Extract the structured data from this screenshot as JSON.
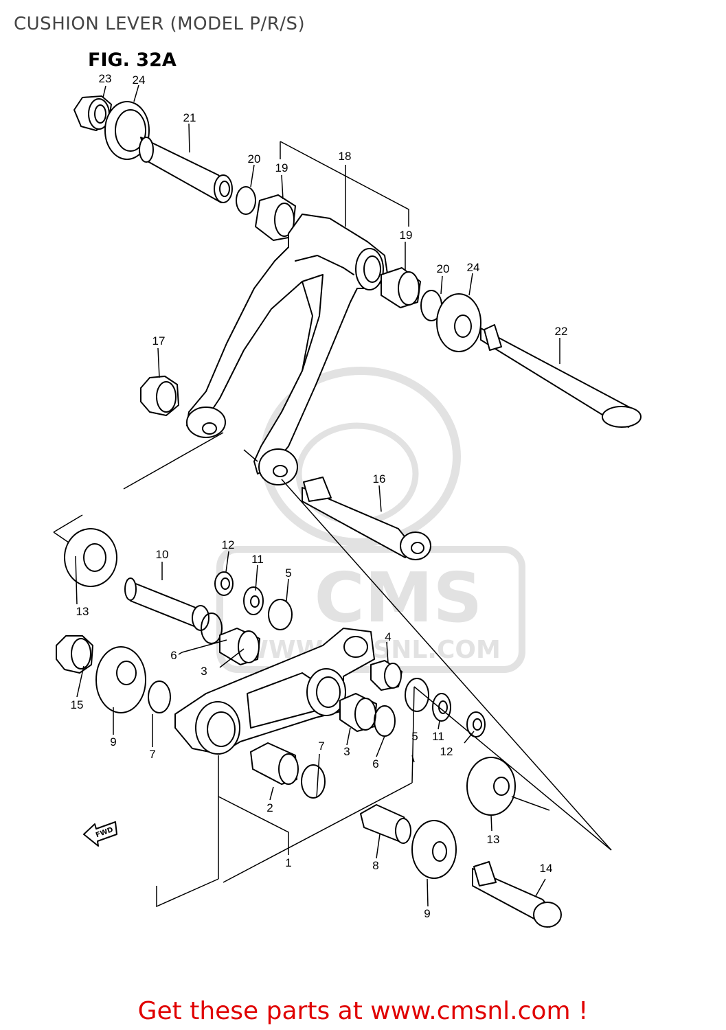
{
  "header": {
    "title": "CUSHION LEVER (MODEL P/R/S)"
  },
  "figure": {
    "label": "FIG. 32A"
  },
  "watermark": {
    "brand": "CMS",
    "url": "WWW.CMSNL.COM",
    "color": "#e2e2e2"
  },
  "direction_indicator": {
    "label": "FWD"
  },
  "parts": [
    {
      "id": "p23",
      "num": "23"
    },
    {
      "id": "p24a",
      "num": "24"
    },
    {
      "id": "p21",
      "num": "21"
    },
    {
      "id": "p20a",
      "num": "20"
    },
    {
      "id": "p19a",
      "num": "19"
    },
    {
      "id": "p18",
      "num": "18"
    },
    {
      "id": "p19b",
      "num": "19"
    },
    {
      "id": "p20b",
      "num": "20"
    },
    {
      "id": "p24b",
      "num": "24"
    },
    {
      "id": "p22",
      "num": "22"
    },
    {
      "id": "p17",
      "num": "17"
    },
    {
      "id": "p16",
      "num": "16"
    },
    {
      "id": "p12a",
      "num": "12"
    },
    {
      "id": "p11a",
      "num": "11"
    },
    {
      "id": "p10",
      "num": "10"
    },
    {
      "id": "p5a",
      "num": "5"
    },
    {
      "id": "p13a",
      "num": "13"
    },
    {
      "id": "p6a",
      "num": "6"
    },
    {
      "id": "p3a",
      "num": "3"
    },
    {
      "id": "p4",
      "num": "4"
    },
    {
      "id": "p15",
      "num": "15"
    },
    {
      "id": "p9a",
      "num": "9"
    },
    {
      "id": "p7a",
      "num": "7"
    },
    {
      "id": "p7b",
      "num": "7"
    },
    {
      "id": "p3b",
      "num": "3"
    },
    {
      "id": "p6b",
      "num": "6"
    },
    {
      "id": "p5b",
      "num": "5"
    },
    {
      "id": "p11b",
      "num": "11"
    },
    {
      "id": "p12b",
      "num": "12"
    },
    {
      "id": "p2",
      "num": "2"
    },
    {
      "id": "p13b",
      "num": "13"
    },
    {
      "id": "p8",
      "num": "8"
    },
    {
      "id": "p1",
      "num": "1"
    },
    {
      "id": "p14",
      "num": "14"
    },
    {
      "id": "p9b",
      "num": "9"
    }
  ],
  "footer": {
    "link_text": "Get these parts at www.cmsnl.com !",
    "color": "#e00000"
  }
}
